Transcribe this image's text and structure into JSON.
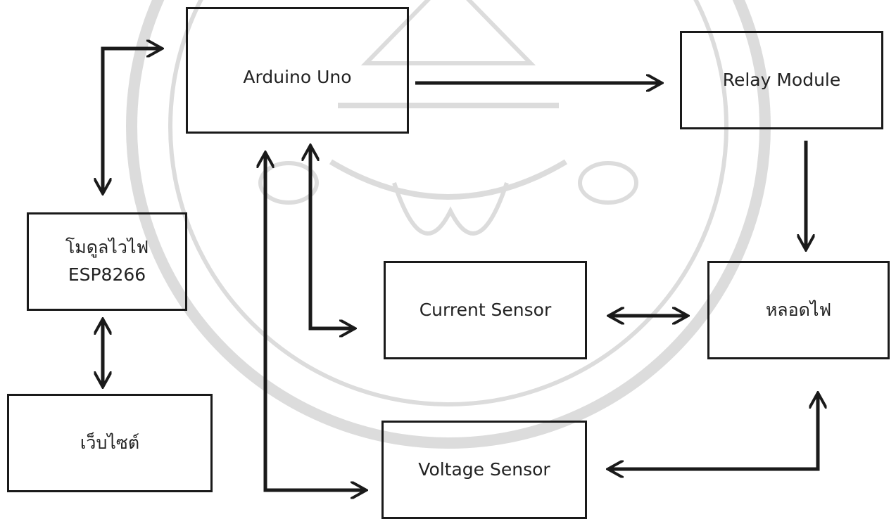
{
  "diagram": {
    "nodes": {
      "arduino": {
        "label": "Arduino Uno"
      },
      "relay": {
        "label": "Relay Module"
      },
      "wifi": {
        "label_line1": "โมดูลไวไฟ",
        "label_line2": "ESP8266"
      },
      "current": {
        "label": "Current Sensor"
      },
      "bulb": {
        "label": "หลอดไฟ"
      },
      "web": {
        "label": "เว็บไซต์"
      },
      "voltage": {
        "label": "Voltage Sensor"
      }
    },
    "colors": {
      "stroke": "#1a1a1a",
      "text": "#222222",
      "watermark": "#d9d9d9"
    }
  }
}
